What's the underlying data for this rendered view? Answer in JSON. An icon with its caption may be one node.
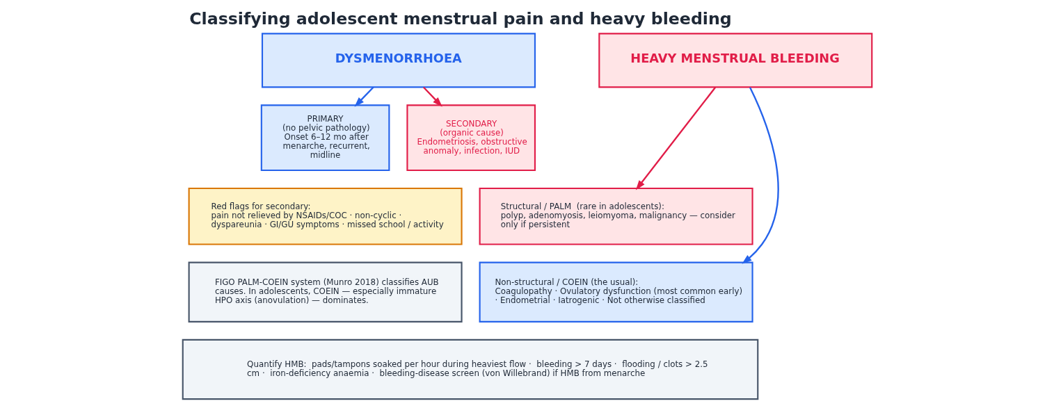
{
  "diagram": {
    "title": "Classifying adolescent menstrual pain and heavy bleeding",
    "nodes": [
      {
        "text": [
          "DYSMENORRHOEA"
        ]
      },
      {
        "text": [
          "HEAVY MENSTRUAL BLEEDING"
        ]
      },
      {
        "text": [
          "PRIMARY",
          "(no pelvic pathology)",
          "Onset 6–12 mo after menarche, recurrent, midline"
        ]
      },
      {
        "text": [
          "SECONDARY",
          "(organic cause)",
          "Endometriosis, obstructive anomaly, infection, IUD"
        ]
      },
      {
        "text": [
          "Red flags for secondary:",
          "pain not relieved by NSAIDs/COC · non-cyclic · dyspareunia · GI/GU symptoms · missed school / activity"
        ]
      },
      {
        "text": [
          "Structural / PALM  (rare in adolescents):",
          "polyp, adenomyosis, leiomyoma, malignancy — consider only if persistent"
        ]
      },
      {
        "text": [
          "FIGO PALM-COEIN system (Munro 2018) classifies AUB causes. In adolescents, COEIN — especially immature HPO axis (anovulation) — dominates."
        ]
      },
      {
        "text": [
          "Non-structural / COEIN (the usual):",
          "Coagulopathy · Ovulatory dysfunction (most common early) · Endometrial · Iatrogenic · Not otherwise classified"
        ]
      },
      {
        "text": [
          "Quantify HMB:  pads/tampons soaked per hour during heaviest flow ·  bleeding > 7 days ·  flooding / clots > 2.5 cm ·  iron-deficiency anaemia ·  bleeding-disease screen (von Willebrand) if HMB from menarche"
        ]
      }
    ],
    "edges": [
      {
        "from": 0,
        "to": 2,
        "arrow": "to",
        "color": "#2563eb"
      },
      {
        "from": 0,
        "to": 3,
        "arrow": "to",
        "color": "#e11d48"
      },
      {
        "from": 1,
        "to": 5,
        "arrow": "to",
        "color": "#e11d48"
      },
      {
        "from": 1,
        "to": 7,
        "arrow": "to",
        "color": "#2563eb"
      }
    ]
  }
}
